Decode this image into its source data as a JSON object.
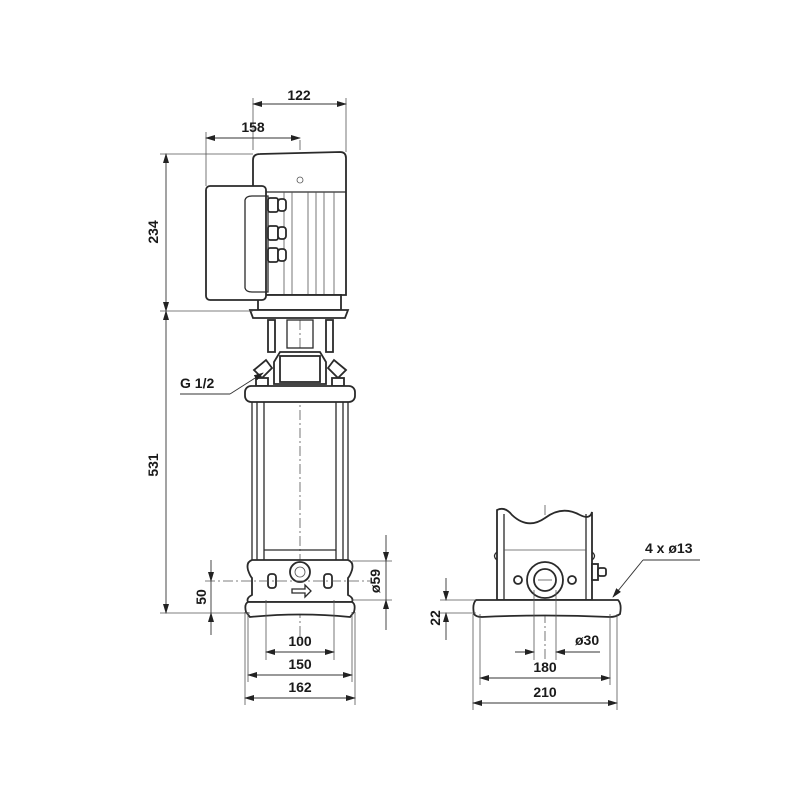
{
  "drawing": {
    "title": "Vertical multistage pump dimensional drawing",
    "front_view": {
      "dimensions": {
        "motor_top_width": "122",
        "terminal_box_offset": "158",
        "motor_height": "234",
        "pump_height": "531",
        "inlet_height": "50",
        "flange_diameter": "ø59",
        "bolt_spacing": "100",
        "base_width_inner": "150",
        "base_width_outer": "162"
      },
      "callouts": {
        "vent_plug": "G 1/2"
      }
    },
    "side_view": {
      "dimensions": {
        "base_thickness": "22",
        "port_diameter": "ø30",
        "hole_spacing": "180",
        "base_length": "210"
      },
      "callouts": {
        "mounting_holes": "4 x ø13"
      }
    }
  }
}
